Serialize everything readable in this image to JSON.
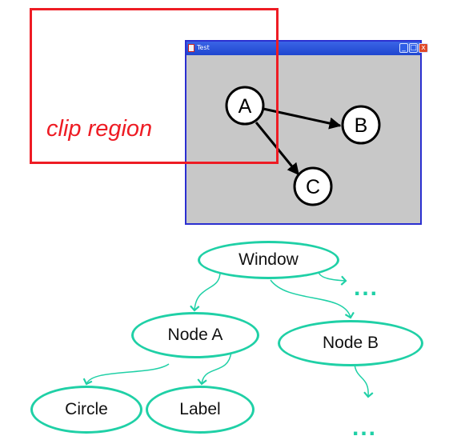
{
  "window": {
    "title": "Test",
    "controls": {
      "minimize": "_",
      "maximize": "□",
      "close": "x"
    }
  },
  "clip": {
    "label": "clip region"
  },
  "graph": {
    "nodes": [
      {
        "id": "a",
        "label": "A"
      },
      {
        "id": "b",
        "label": "B"
      },
      {
        "id": "c",
        "label": "C"
      }
    ],
    "edges": [
      [
        "A",
        "B"
      ],
      [
        "A",
        "C"
      ]
    ]
  },
  "tree": {
    "nodes": [
      {
        "id": "window",
        "label": "Window"
      },
      {
        "id": "node-a",
        "label": "Node A"
      },
      {
        "id": "node-b",
        "label": "Node B"
      },
      {
        "id": "circle",
        "label": "Circle"
      },
      {
        "id": "label",
        "label": "Label"
      }
    ],
    "ellipsis": "..."
  },
  "colors": {
    "clip": "#ee1c24",
    "tree_accent": "#1fd0a6",
    "window_frame": "#2b2fd0",
    "window_bg": "#c8c8c8"
  }
}
